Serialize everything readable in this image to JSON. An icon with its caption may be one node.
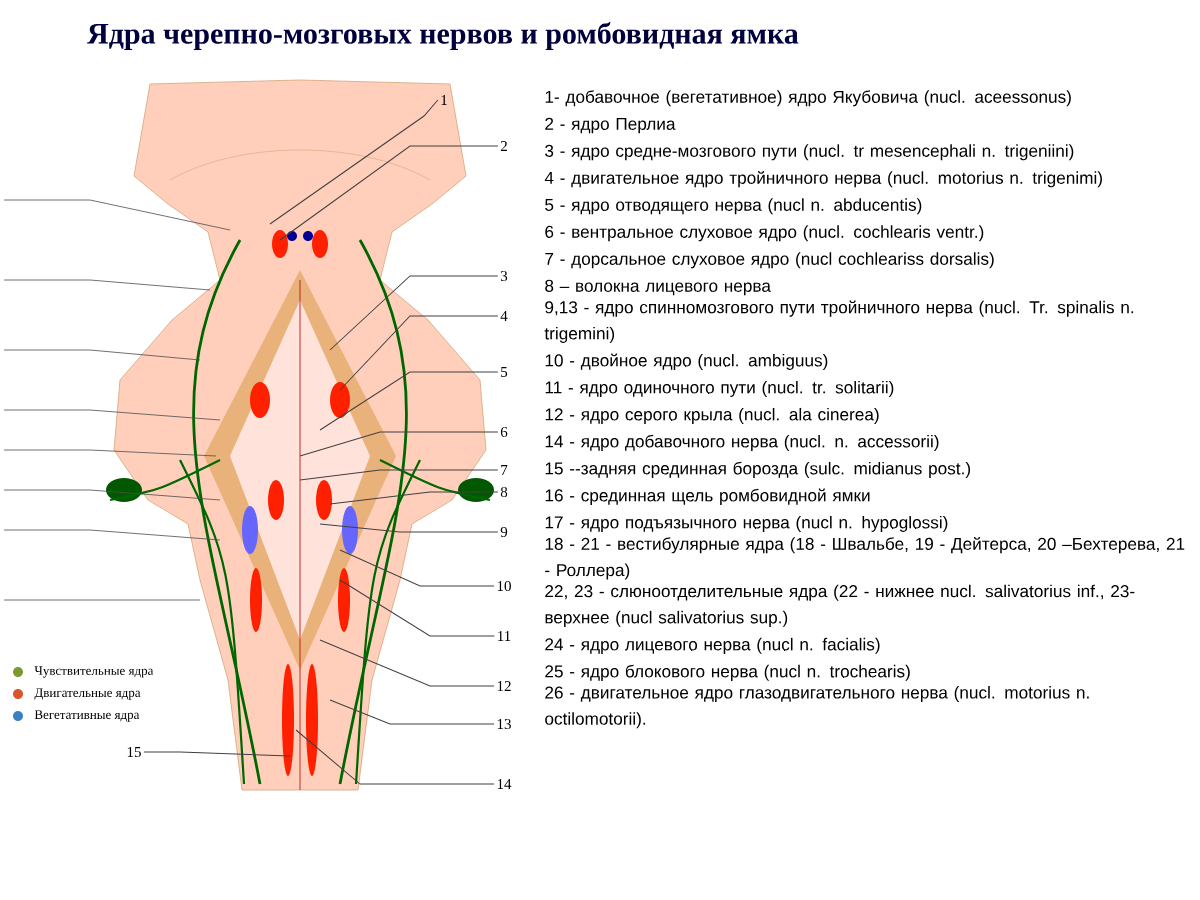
{
  "diagram": {
    "title": "Ядра черепно-мозговых нервов и ромбовидная ямка",
    "nodes": [
      {
        "text": [
          "1"
        ]
      },
      {
        "text": [
          "2"
        ]
      },
      {
        "text": [
          "3"
        ]
      },
      {
        "text": [
          "4"
        ]
      },
      {
        "text": [
          "5"
        ]
      },
      {
        "text": [
          "6"
        ]
      },
      {
        "text": [
          "7"
        ]
      },
      {
        "text": [
          "8"
        ]
      },
      {
        "text": [
          "9"
        ]
      },
      {
        "text": [
          "10"
        ]
      },
      {
        "text": [
          "11"
        ]
      },
      {
        "text": [
          "12"
        ]
      },
      {
        "text": [
          "13"
        ]
      },
      {
        "text": [
          "14"
        ]
      },
      {
        "text": [
          "15"
        ]
      }
    ],
    "edges": [
      {
        "from": 0,
        "to": null,
        "arrow": "none"
      },
      {
        "from": 1,
        "to": null,
        "arrow": "none"
      },
      {
        "from": 2,
        "to": null,
        "arrow": "none"
      },
      {
        "from": 3,
        "to": null,
        "arrow": "none"
      },
      {
        "from": 4,
        "to": null,
        "arrow": "none"
      },
      {
        "from": 5,
        "to": null,
        "arrow": "none"
      },
      {
        "from": 6,
        "to": null,
        "arrow": "none"
      },
      {
        "from": 7,
        "to": null,
        "arrow": "none"
      },
      {
        "from": 8,
        "to": null,
        "arrow": "none"
      },
      {
        "from": 9,
        "to": null,
        "arrow": "none"
      },
      {
        "from": 10,
        "to": null,
        "arrow": "none"
      },
      {
        "from": 11,
        "to": null,
        "arrow": "none"
      },
      {
        "from": 12,
        "to": null,
        "arrow": "none"
      },
      {
        "from": 13,
        "to": null,
        "arrow": "none"
      },
      {
        "from": 14,
        "to": null,
        "arrow": "none"
      }
    ],
    "labels": [
      "1- добавочное (вегетативное) ядро Якубовича (nucl. aceessonus)",
      "2 - ядро Перлиа",
      "3 - ядро средне-мозгового пути (nucl. tr mesencephali n. trigeniini)",
      "4 - двигательное ядро тройничного нерва (nucl. motorius n. trigenimi)",
      "5 - ядро отводящего нерва (nucl n. abducentis)",
      "6 - вентральное слуховое ядро (nucl. cochlearis ventr.)",
      "7 - дорсальное слуховое ядро (nucl cochleariss dorsalis)",
      "8 – волокна лицевого нерва",
      "9,13 - ядро спинномозгового пути тройничного нерва (nucl. Tr. spinalis n. trigemini)",
      "10 -  двойное ядро (nucl. ambiguus)",
      "11 - ядро одиночного пути (nucl. tr. solitarii)",
      "12 - ядро серого крыла (nucl. ala cinerea)",
      "14 - ядро добавочного нерва (nucl. n. accessorii)",
      "15 --задняя срединная борозда (sulc. midianus post.)",
      "16 - срединная щель ромбовидной ямки",
      "17 - ядро подъязычного нерва (nucl n. hypoglossi)",
      "18 - 21 - вестибулярные ядра (18 - Швальбе, 19 - Дейтерса, 20 –Бехтерева, 21 - Роллера)",
      "22, 23 - слюноотделительные ядра (22 - нижнее nucl. salivatorius inf., 23- верхнее (nucl salivatorius sup.)",
      "24 - ядро лицевого нерва (nucl n. facialis)",
      "25 - ядро блокового нерва (nucl n. trochearis)",
      "26 - двигательное ядро глазодвигательного нерва (nucl. motorius n. octilomotorii)."
    ],
    "legend": [
      {
        "text": "Чувствительные ядра",
        "color": "#7a9a2e"
      },
      {
        "text": "Двигательные ядра",
        "color": "#d9532b"
      },
      {
        "text": "Вегетативные ядра",
        "color": "#3b7fc4"
      }
    ]
  }
}
